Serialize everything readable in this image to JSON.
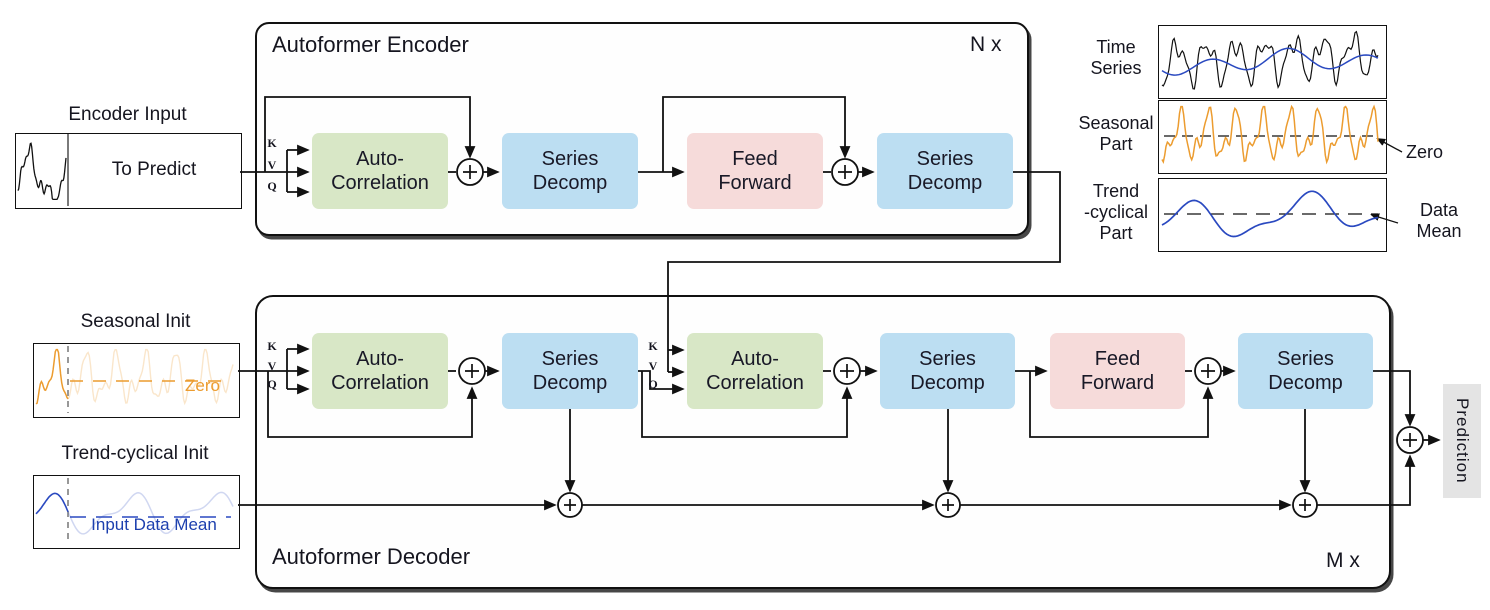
{
  "figure": {
    "attention_inputs": [
      "K",
      "V",
      "Q"
    ],
    "encoder": {
      "title": "Autoformer Encoder",
      "repeat": "N x",
      "input_label": "Encoder Input",
      "input_text": "To Predict"
    },
    "decoder": {
      "title": "Autoformer Decoder",
      "repeat": "M x",
      "seasonal_init_label": "Seasonal Init",
      "seasonal_init_annotation": "Zero",
      "trend_init_label": "Trend-cyclical Init",
      "trend_init_annotation": "Input Data Mean",
      "output_label": "Prediction"
    },
    "blocks": {
      "auto_correlation": [
        "Auto-",
        "Correlation"
      ],
      "series_decomp": [
        "Series",
        "Decomp"
      ],
      "feed_forward": [
        "Feed",
        "Forward"
      ]
    },
    "side_panel": {
      "time_series_label": [
        "Time",
        "Series"
      ],
      "seasonal_label": [
        "Seasonal",
        "Part"
      ],
      "trend_label": [
        "Trend",
        "-cyclical",
        "Part"
      ],
      "zero_annotation": "Zero",
      "data_mean_annotation": [
        "Data",
        "Mean"
      ]
    },
    "colors": {
      "auto_correlation_bg": "#d8e7c6",
      "series_decomp_bg": "#bcdef2",
      "feed_forward_bg": "#f6dbda",
      "seasonal_orange": "#ec9c2f",
      "trend_blue": "#2a49c0",
      "dark_blue_text": "#1c3fae",
      "prediction_bg": "#e4e4e4",
      "line_black": "#111111"
    }
  }
}
